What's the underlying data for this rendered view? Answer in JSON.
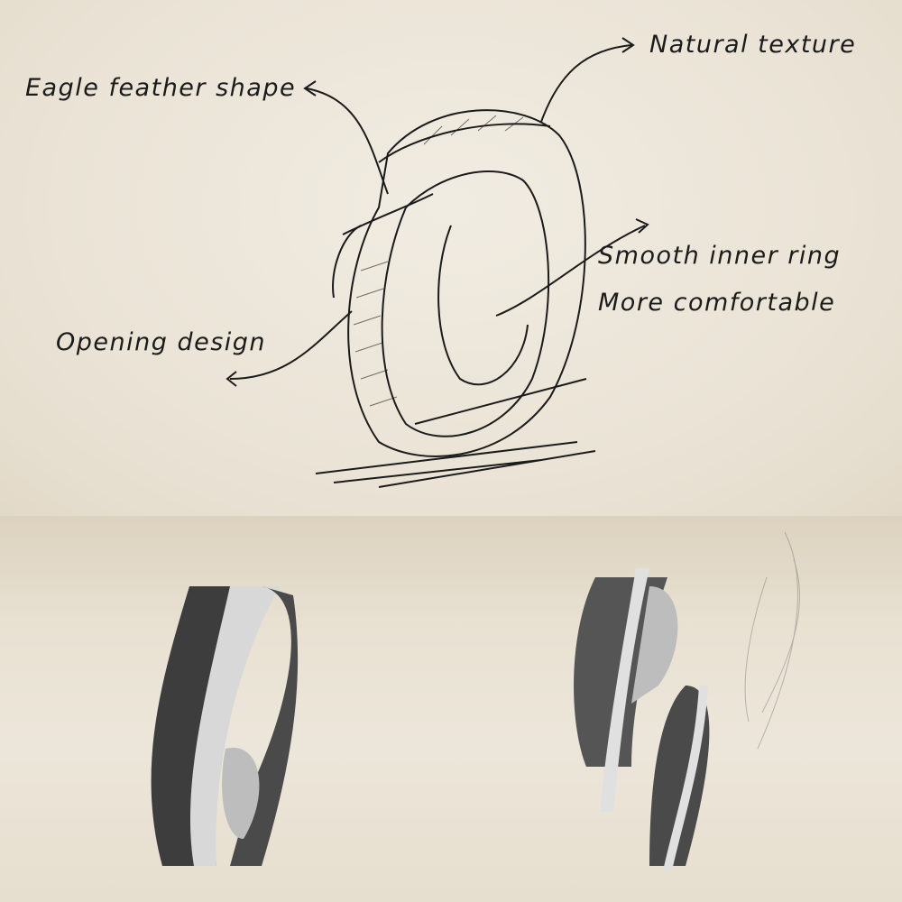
{
  "annotations": {
    "eagle_feather_shape": "Eagle feather shape",
    "natural_texture": "Natural texture",
    "smooth_inner_ring": "Smooth inner ring",
    "more_comfortable": "More comfortable",
    "opening_design": "Opening design"
  },
  "colors": {
    "ink": "#1b1b1b",
    "silver": "#c9c9c9",
    "oxidized": "#3a3a3a"
  }
}
